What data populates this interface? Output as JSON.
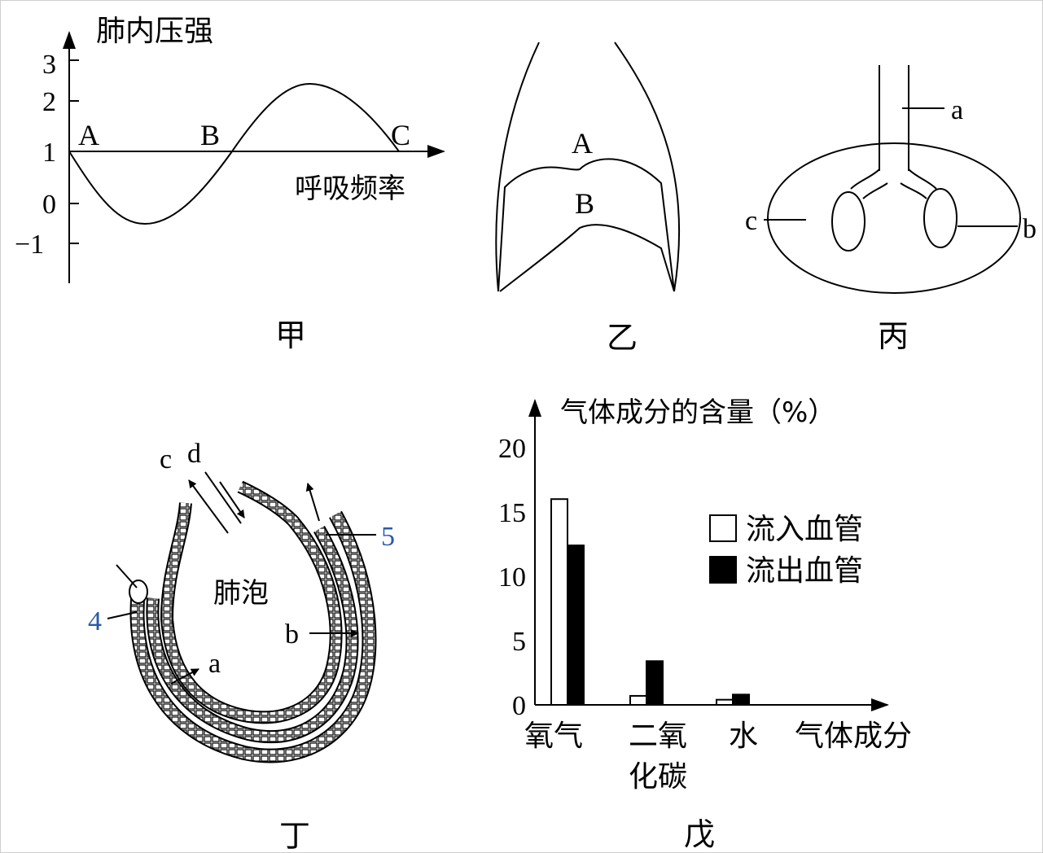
{
  "figure_labels": {
    "jia": "甲",
    "yi": "乙",
    "bing": "丙",
    "ding": "丁",
    "wu": "戊"
  },
  "panel_jia": {
    "ylabel": "肺内压强",
    "xlabel": "呼吸频率",
    "yticks": [
      "3",
      "2",
      "1",
      "0",
      "−1"
    ],
    "points": [
      "A",
      "B",
      "C"
    ]
  },
  "panel_yi": {
    "labels": [
      "A",
      "B"
    ]
  },
  "panel_bing": {
    "labels": {
      "a": "a",
      "b": "b",
      "c": "c"
    }
  },
  "panel_ding": {
    "center": "肺泡",
    "labels": {
      "c": "c",
      "d": "d",
      "n5": "5",
      "n4": "4",
      "a": "a",
      "b": "b"
    }
  },
  "chart_data": {
    "type": "bar",
    "ylabel": "气体成分的含量（%）",
    "xlabel": "气体成分",
    "yticks": [
      "20",
      "15",
      "10",
      "5",
      "0"
    ],
    "ylim": [
      0,
      20
    ],
    "categories": [
      "氧气",
      "二氧化碳",
      "水"
    ],
    "category_lines": [
      [
        "氧气"
      ],
      [
        "二氧",
        "化碳"
      ],
      [
        "水"
      ]
    ],
    "series": [
      {
        "name": "流入血管",
        "color": "#ffffff",
        "values": [
          16.0,
          0.7,
          0.4
        ]
      },
      {
        "name": "流出血管",
        "color": "#000000",
        "values": [
          12.4,
          3.4,
          0.8
        ]
      }
    ]
  }
}
